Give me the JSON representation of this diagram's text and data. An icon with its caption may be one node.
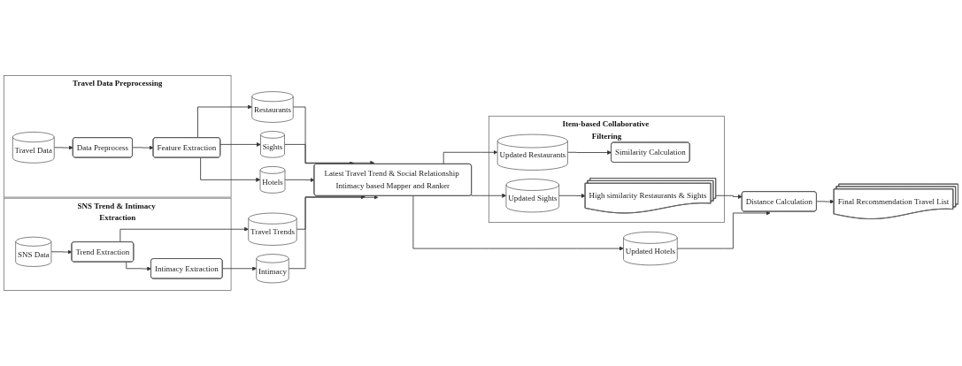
{
  "diagram": {
    "nodes": [
      {
        "text": [
          "Travel Data Preprocessing"
        ]
      },
      {
        "text": [
          "Travel Data"
        ],
        "in": 0
      },
      {
        "text": [
          "Data Preprocess"
        ],
        "in": 0
      },
      {
        "text": [
          "Feature Extraction"
        ],
        "in": 0
      },
      {
        "text": [
          "Restaurants"
        ]
      },
      {
        "text": [
          "Sights"
        ]
      },
      {
        "text": [
          "Hotels"
        ]
      },
      {
        "text": [
          "SNS Trend & Intimacy Extraction"
        ]
      },
      {
        "text": [
          "SNS Data"
        ],
        "in": 7
      },
      {
        "text": [
          "Trend Extraction"
        ],
        "in": 7
      },
      {
        "text": [
          "Intimacy Extraction"
        ],
        "in": 7
      },
      {
        "text": [
          "Travel Trends"
        ]
      },
      {
        "text": [
          "Intimacy"
        ]
      },
      {
        "text": [
          "Latest Travel Trend & Social Relationship Intimacy based Mapper and Ranker"
        ]
      },
      {
        "text": [
          "Item-based Collaborative Filtering"
        ]
      },
      {
        "text": [
          "Updated Restaurants"
        ],
        "in": 14
      },
      {
        "text": [
          "Similarity Calculation"
        ],
        "in": 14
      },
      {
        "text": [
          "Updated Sights"
        ],
        "in": 14
      },
      {
        "text": [
          "High similarity Restaurants & Sights"
        ],
        "in": 14
      },
      {
        "text": [
          "Updated Hotels"
        ]
      },
      {
        "text": [
          "Distance Calculation"
        ]
      },
      {
        "text": [
          "Final Recommendation Travel List"
        ]
      }
    ],
    "edges": [
      {
        "from": 1,
        "to": 2,
        "arrow": "to"
      },
      {
        "from": 2,
        "to": 3,
        "arrow": "to"
      },
      {
        "from": 3,
        "to": 4,
        "arrow": "to"
      },
      {
        "from": 3,
        "to": 5,
        "arrow": "to"
      },
      {
        "from": 3,
        "to": 6,
        "arrow": "to"
      },
      {
        "from": 8,
        "to": 9,
        "arrow": "to"
      },
      {
        "from": 9,
        "to": 10,
        "arrow": "to"
      },
      {
        "from": 9,
        "to": 11,
        "arrow": "to"
      },
      {
        "from": 10,
        "to": 12,
        "arrow": "to"
      },
      {
        "from": 4,
        "to": 13,
        "arrow": "to"
      },
      {
        "from": 5,
        "to": 13,
        "arrow": "to"
      },
      {
        "from": 6,
        "to": 13,
        "arrow": "to"
      },
      {
        "from": 11,
        "to": 13,
        "arrow": "to"
      },
      {
        "from": 12,
        "to": 13,
        "arrow": "to"
      },
      {
        "from": 13,
        "to": 15,
        "arrow": "to"
      },
      {
        "from": 13,
        "to": 17,
        "arrow": "to"
      },
      {
        "from": 13,
        "to": 19,
        "arrow": "to"
      },
      {
        "from": 15,
        "to": 16,
        "arrow": "to"
      },
      {
        "from": 17,
        "to": 18,
        "arrow": "to"
      },
      {
        "from": 18,
        "to": 20,
        "arrow": "to"
      },
      {
        "from": 19,
        "to": 20,
        "arrow": "to"
      },
      {
        "from": 20,
        "to": 21,
        "arrow": "to"
      }
    ]
  }
}
